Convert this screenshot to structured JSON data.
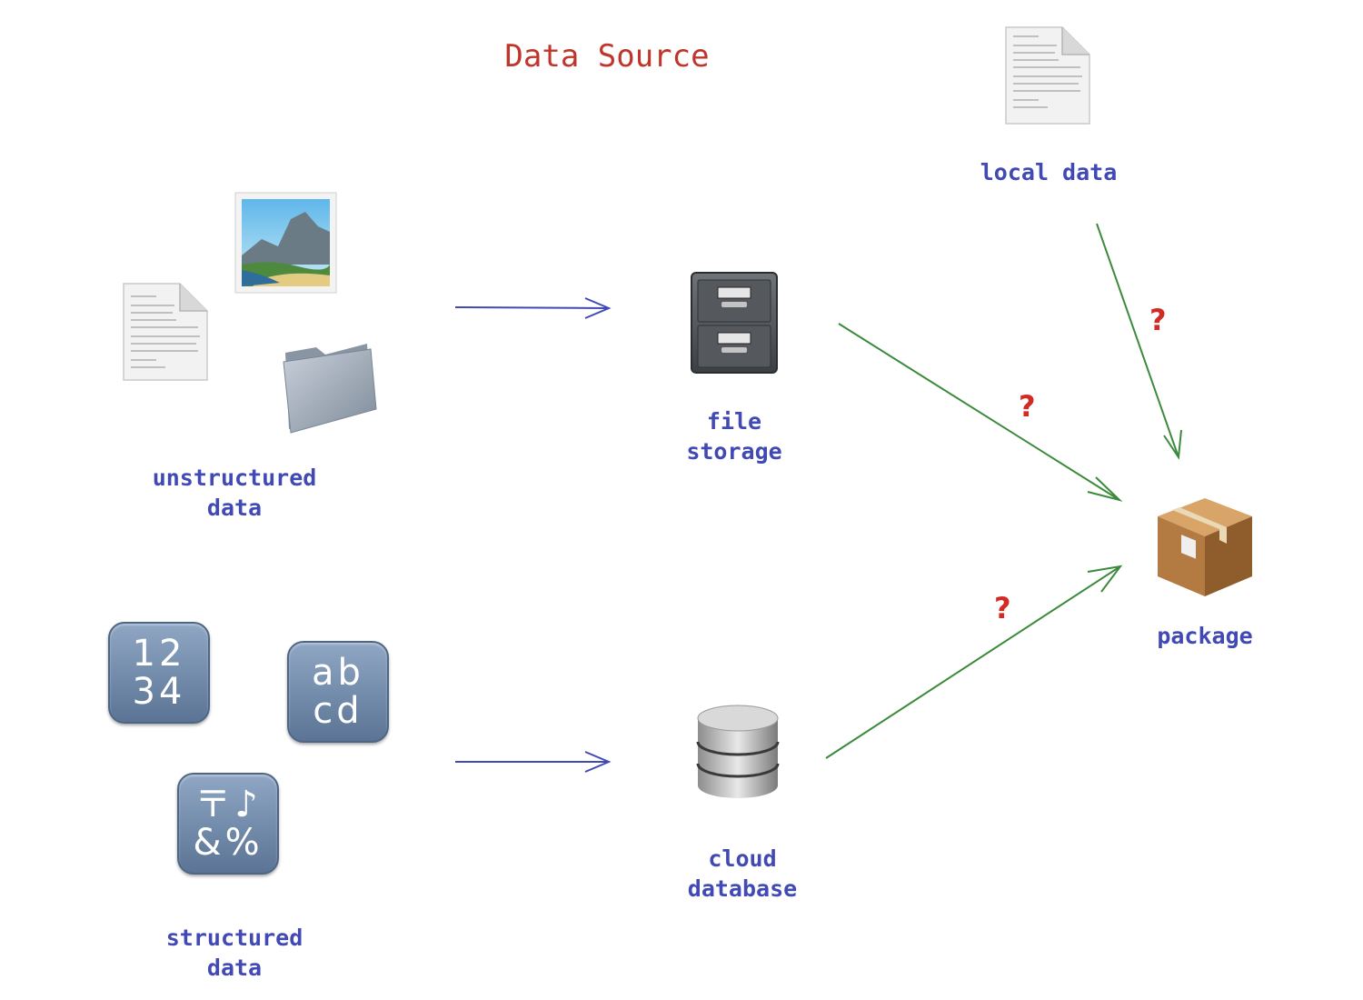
{
  "title": "Data Source",
  "nodes": {
    "unstructured": {
      "line1": "unstructured",
      "line2": "data"
    },
    "structured": {
      "line1": "structured",
      "line2": "data"
    },
    "file_storage": {
      "line1": "file",
      "line2": "storage"
    },
    "cloud_database": {
      "line1": "cloud",
      "line2": "database"
    },
    "local_data": {
      "label": "local data"
    },
    "package": {
      "label": "package"
    }
  },
  "tiles": {
    "numbers": {
      "row1": "12",
      "row2": "34"
    },
    "letters": {
      "row1": "ab",
      "row2": "cd"
    },
    "symbols": {
      "row1": "〒♪",
      "row2": "&%"
    }
  },
  "question_mark": "?",
  "colors": {
    "title": "#c0352b",
    "label": "#4149b4",
    "blue_arrow": "#4149b4",
    "green_arrow": "#3b8a3b",
    "question": "#d12b24"
  }
}
